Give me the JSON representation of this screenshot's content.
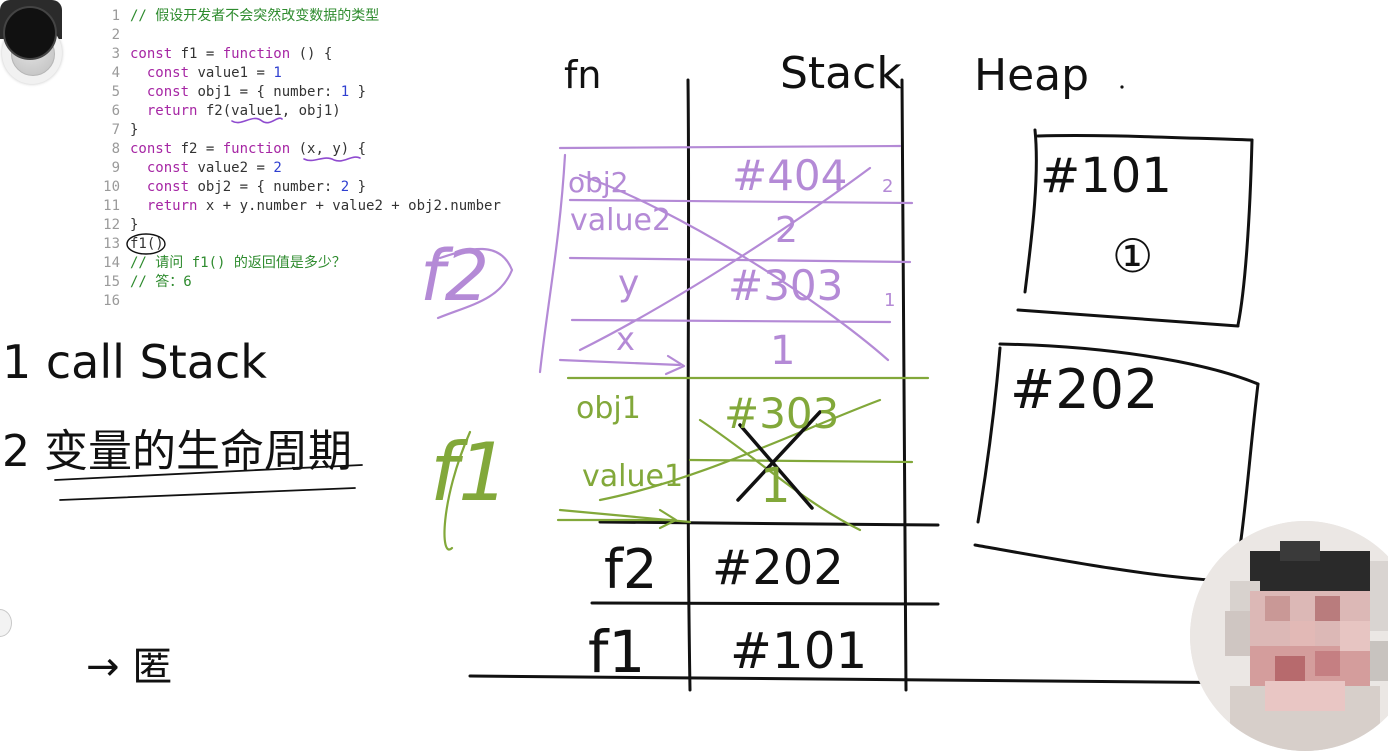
{
  "code_editor": {
    "lines": [
      {
        "n": "1",
        "segments": [
          {
            "t": "// 假设开发者不会突然改变数据的类型",
            "c": "cm"
          }
        ]
      },
      {
        "n": "2",
        "segments": []
      },
      {
        "n": "3",
        "segments": [
          {
            "t": "const",
            "c": "kw"
          },
          {
            "t": " f1 = ",
            "c": ""
          },
          {
            "t": "function",
            "c": "kw"
          },
          {
            "t": " () {",
            "c": ""
          }
        ]
      },
      {
        "n": "4",
        "segments": [
          {
            "t": "  ",
            "c": ""
          },
          {
            "t": "const",
            "c": "kw"
          },
          {
            "t": " value1 = ",
            "c": ""
          },
          {
            "t": "1",
            "c": "num"
          }
        ]
      },
      {
        "n": "5",
        "segments": [
          {
            "t": "  ",
            "c": ""
          },
          {
            "t": "const",
            "c": "kw"
          },
          {
            "t": " obj1 = { number: ",
            "c": ""
          },
          {
            "t": "1",
            "c": "num"
          },
          {
            "t": " }",
            "c": ""
          }
        ]
      },
      {
        "n": "6",
        "segments": [
          {
            "t": "  ",
            "c": ""
          },
          {
            "t": "return",
            "c": "kw"
          },
          {
            "t": " f2(value1, obj1)",
            "c": ""
          }
        ]
      },
      {
        "n": "7",
        "segments": [
          {
            "t": "}",
            "c": ""
          }
        ]
      },
      {
        "n": "8",
        "segments": [
          {
            "t": "const",
            "c": "kw"
          },
          {
            "t": " f2 = ",
            "c": ""
          },
          {
            "t": "function",
            "c": "kw"
          },
          {
            "t": " (x, y) {",
            "c": ""
          }
        ]
      },
      {
        "n": "9",
        "segments": [
          {
            "t": "  ",
            "c": ""
          },
          {
            "t": "const",
            "c": "kw"
          },
          {
            "t": " value2 = ",
            "c": ""
          },
          {
            "t": "2",
            "c": "num"
          }
        ]
      },
      {
        "n": "10",
        "segments": [
          {
            "t": "  ",
            "c": ""
          },
          {
            "t": "const",
            "c": "kw"
          },
          {
            "t": " obj2 = { number: ",
            "c": ""
          },
          {
            "t": "2",
            "c": "num"
          },
          {
            "t": " }",
            "c": ""
          }
        ]
      },
      {
        "n": "11",
        "segments": [
          {
            "t": "  ",
            "c": ""
          },
          {
            "t": "return",
            "c": "kw"
          },
          {
            "t": " x + y.number + value2 + obj2.number",
            "c": ""
          }
        ]
      },
      {
        "n": "12",
        "segments": [
          {
            "t": "}",
            "c": ""
          }
        ]
      },
      {
        "n": "13",
        "segments": [
          {
            "t": "f1()",
            "c": ""
          }
        ]
      },
      {
        "n": "14",
        "segments": [
          {
            "t": "// 请问 f1() 的返回值是多少？",
            "c": "cm"
          }
        ]
      },
      {
        "n": "15",
        "segments": [
          {
            "t": "// 答：6",
            "c": "cm"
          }
        ]
      },
      {
        "n": "16",
        "segments": []
      }
    ]
  },
  "whiteboard": {
    "headers": {
      "name_col": "fn",
      "stack_col": "Stack",
      "heap_col": "Heap"
    },
    "notes": {
      "call_stack": "1 call Stack",
      "lifecycle": "2 变量的生命周期",
      "arrow_note": "→ 匿"
    },
    "frames": [
      {
        "frame": "f2",
        "color": "#b48ad6",
        "rows": [
          {
            "name": "obj2",
            "value": "#404",
            "annotation": "2"
          },
          {
            "name": "value2",
            "value": "2",
            "annotation": ""
          },
          {
            "name": "y",
            "value": "#303",
            "annotation": "1"
          },
          {
            "name": "x",
            "value": "1",
            "annotation": ""
          }
        ]
      },
      {
        "frame": "f1",
        "color": "#82a83a",
        "rows": [
          {
            "name": "obj1",
            "value": "#303",
            "annotation": ""
          },
          {
            "name": "value1",
            "value": "1",
            "annotation": ""
          }
        ]
      }
    ],
    "call_stack_rows": [
      {
        "name": "f2",
        "value": "#202"
      },
      {
        "name": "f1",
        "value": "#101"
      }
    ],
    "heap_objects": [
      {
        "address": "#101",
        "content": "①"
      },
      {
        "address": "#202",
        "content": ""
      }
    ]
  },
  "colors": {
    "ink": "#111111",
    "purple_pen": "#b48ad6",
    "green_pen": "#82a83a",
    "comment": "#2e8b2e",
    "keyword": "#a626a4",
    "number": "#2f3fd0"
  },
  "toolbar": {
    "record_icon": "record-circle-icon",
    "camera_icon": "camera-icon"
  },
  "webcam": {
    "state": "pixelated presenter feed"
  }
}
